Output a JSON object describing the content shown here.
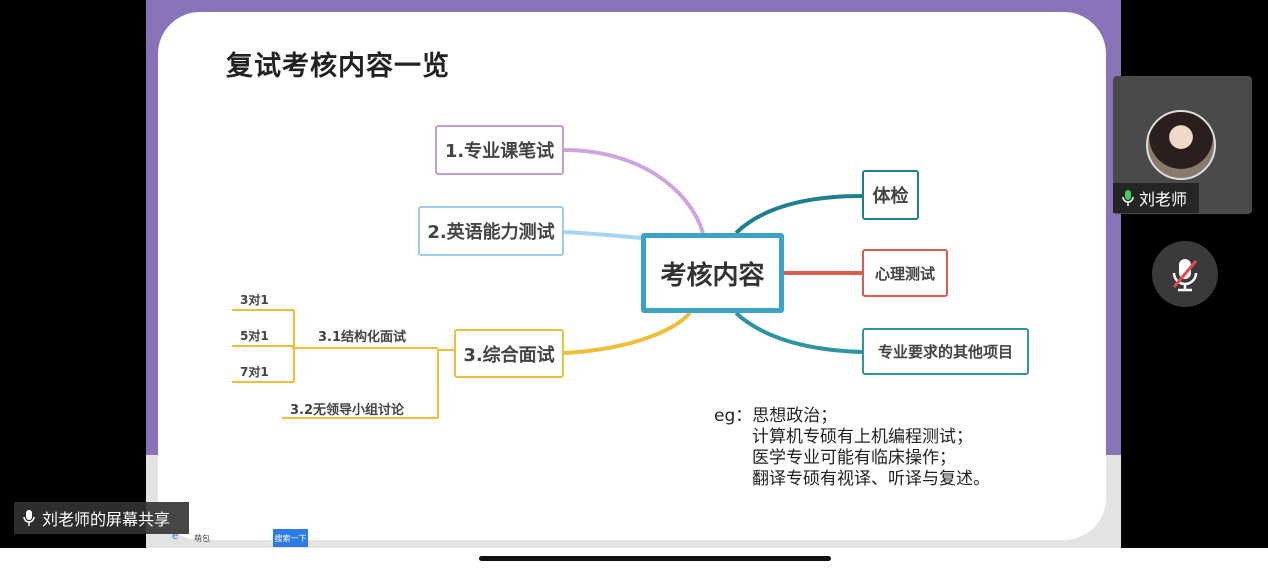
{
  "slide": {
    "title": "复试考核内容一览",
    "center": "考核内容",
    "left_nodes": [
      "1.专业课笔试",
      "2.英语能力测试",
      "3.综合面试"
    ],
    "right_nodes": [
      "体检",
      "心理测试",
      "专业要求的其他项目"
    ],
    "sub_nodes": [
      "3.1结构化面试",
      "3.2无领导小组讨论"
    ],
    "leaf_nodes": [
      "3对1",
      "5对1",
      "7对1"
    ],
    "example": [
      "eg：思想政治；",
      "计算机专硕有上机编程测试；",
      "医学专业可能有临床操作；",
      "翻译专硕有视译、听译与复述。"
    ]
  },
  "meeting": {
    "participant_name": "刘老师",
    "share_label": "刘老师的屏幕共享"
  },
  "taskbar": {
    "ie_label": "e",
    "item_label": "萌包",
    "search_button": "搜索一下"
  },
  "colors": {
    "accent_purple": "#8a72b8",
    "center_border": "#3aa3c6",
    "branch_1": "#c89ad8",
    "branch_2": "#9cc9ec",
    "branch_3": "#f0bf3a",
    "branch_health": "#1f7f8f",
    "branch_psych": "#d95c4e",
    "branch_other": "#2f95a3"
  },
  "icons": [
    "microphone-icon",
    "muted-microphone-icon",
    "ie-browser-icon"
  ]
}
